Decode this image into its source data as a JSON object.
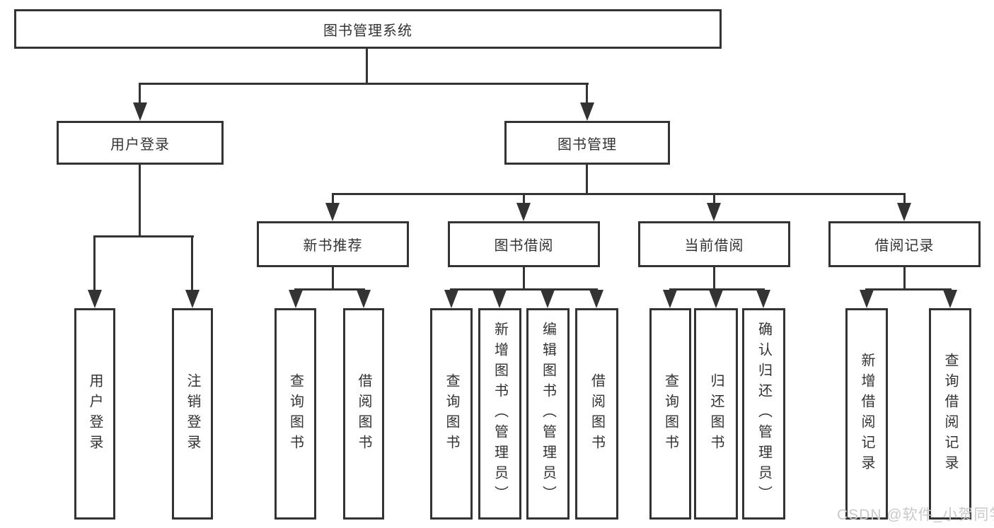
{
  "diagram_title": "图书管理系统",
  "tree": {
    "root": {
      "label": "图书管理系统"
    },
    "branches": [
      {
        "label": "用户登录",
        "children": [
          {
            "label": "用户登录"
          },
          {
            "label": "注销登录"
          }
        ]
      },
      {
        "label": "图书管理",
        "children": [
          {
            "label": "新书推荐",
            "children": [
              {
                "label": "查询图书"
              },
              {
                "label": "借阅图书"
              }
            ]
          },
          {
            "label": "图书借阅",
            "children": [
              {
                "label": "查询图书"
              },
              {
                "label": "新增图书（管理员）"
              },
              {
                "label": "编辑图书（管理员）"
              },
              {
                "label": "借阅图书"
              }
            ]
          },
          {
            "label": "当前借阅",
            "children": [
              {
                "label": "查询图书"
              },
              {
                "label": "归还图书"
              },
              {
                "label": "确认归还（管理员）"
              }
            ]
          },
          {
            "label": "借阅记录",
            "children": [
              {
                "label": "新增借阅记录"
              },
              {
                "label": "查询借阅记录"
              }
            ]
          }
        ]
      }
    ]
  },
  "watermark": {
    "text": "CSDN @软件_小贺同学",
    "color": "#c9c9c9"
  },
  "colors": {
    "line": "#333333",
    "text": "#333333",
    "background": "#ffffff",
    "box_fill": "#ffffff"
  }
}
